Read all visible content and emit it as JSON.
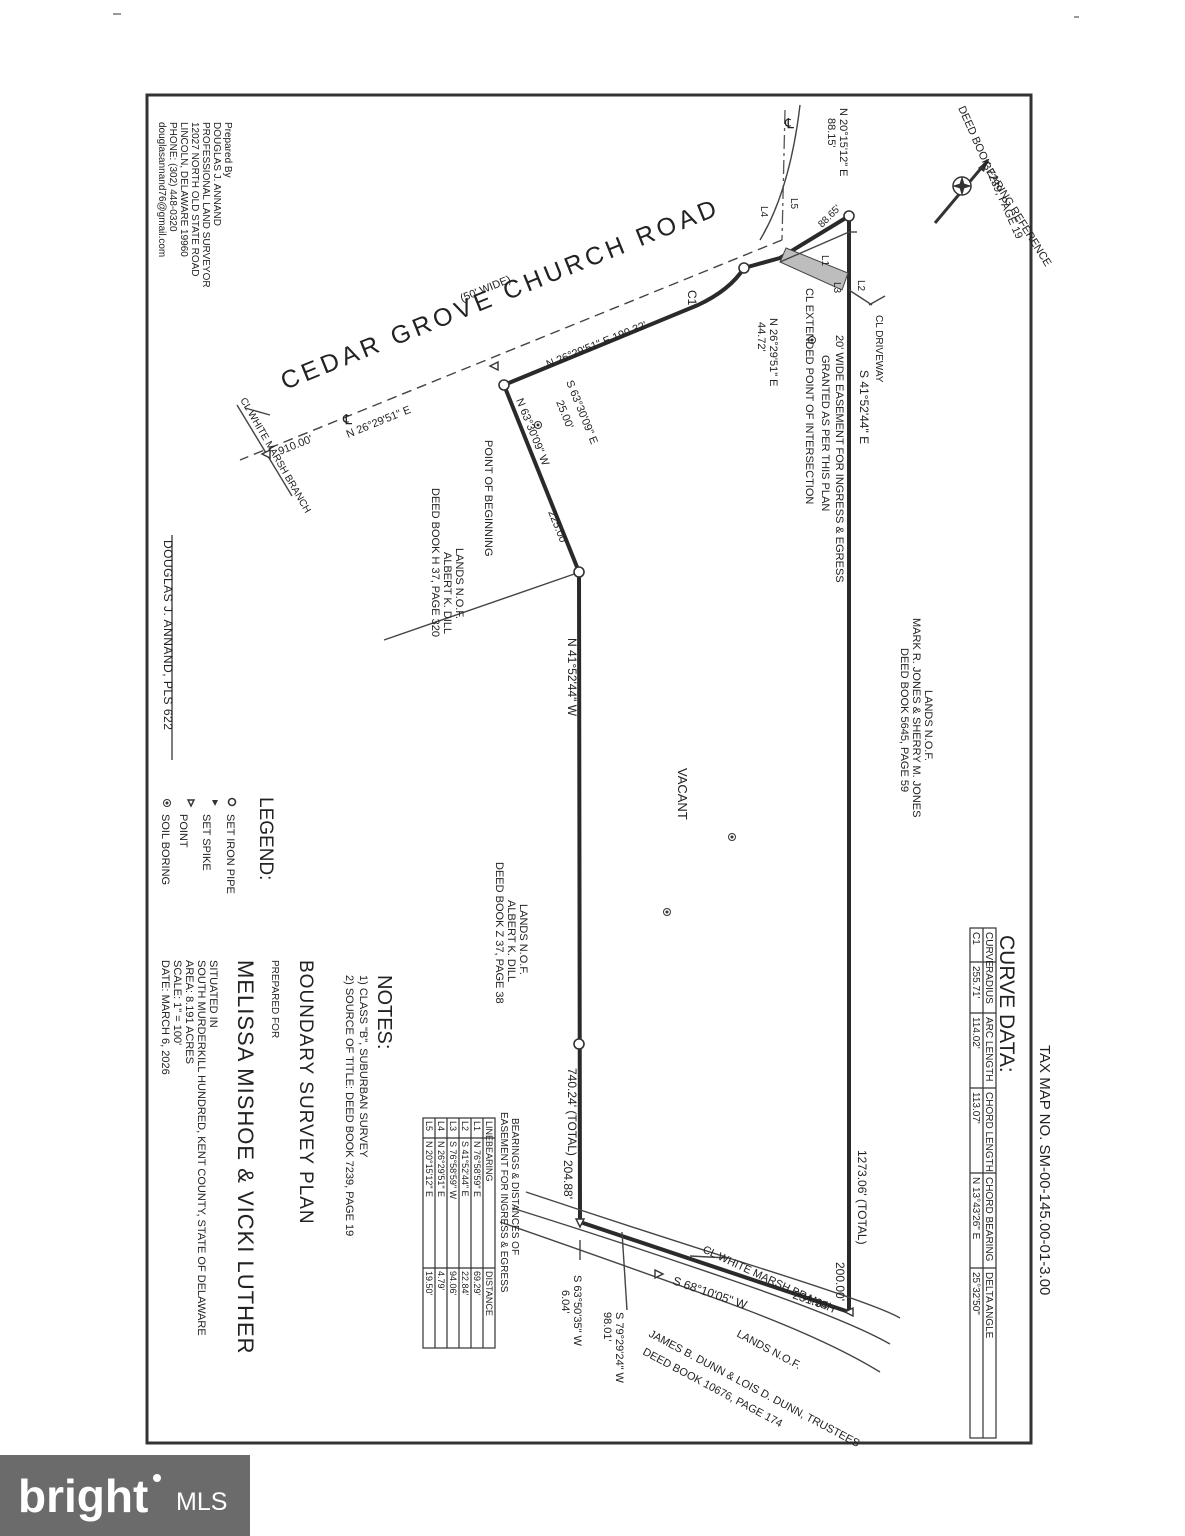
{
  "tax_map": "TAX MAP NO. SM-00-145.00-01-3.00",
  "bearing_reference": "BEARING REFERENCE",
  "deed_ref_top": "DEED BOOK 7239, PAGE 19",
  "road": {
    "name": "CEDAR GROVE CHURCH ROAD",
    "width": "(50' WIDE)"
  },
  "curve_data": {
    "title": "CURVE DATA:",
    "headers": [
      "CURVE",
      "RADIUS",
      "ARC LENGTH",
      "CHORD LENGTH",
      "CHORD BEARING",
      "DELTA ANGLE"
    ],
    "rows": [
      [
        "C1",
        "255.71'",
        "114.02'",
        "113.07'",
        "N 13°43'26\" E",
        "25°32'50\""
      ]
    ]
  },
  "easement_table": {
    "title_1": "BEARINGS & DISTANCES OF",
    "title_2": "EASEMENT FOR INGRESS & EGRESS",
    "headers": [
      "LINE",
      "BEARING",
      "DISTANCE"
    ],
    "rows": [
      [
        "L1",
        "N 76°58'59\" E",
        "69.29'"
      ],
      [
        "L2",
        "S 41°52'44\" E",
        "22.84'"
      ],
      [
        "L3",
        "S 76°58'59\" W",
        "94.06'"
      ],
      [
        "L4",
        "N 26°29'51\" E",
        "4.79'"
      ],
      [
        "L5",
        "N 20°15'12\" E",
        "19.50'"
      ]
    ]
  },
  "notes": {
    "title": "NOTES:",
    "items": [
      "1) CLASS \"B\", SUBURBAN SURVEY",
      "2) SOURCE OF TITLE: DEED BOOK 7239, PAGE 19"
    ]
  },
  "title_block": {
    "title": "BOUNDARY SURVEY PLAN",
    "prepared_for_label": "PREPARED FOR",
    "client": "MELISSA MISHOE & VICKI LUTHER",
    "situated_label": "SITUATED IN",
    "location": "SOUTH MURDERKILL HUNDRED, KENT COUNTY, STATE OF DELAWARE",
    "area": "AREA: 8.191 ACRES",
    "scale": "SCALE: 1\" = 100'",
    "date": "DATE: MARCH 6, 2026"
  },
  "legend": {
    "title": "LEGEND:",
    "items": [
      {
        "icon": "circle-icon",
        "label": "SET IRON PIPE"
      },
      {
        "icon": "filled-triangle-icon",
        "label": "SET SPIKE"
      },
      {
        "icon": "triangle-icon",
        "label": "POINT"
      },
      {
        "icon": "soil-boring-icon",
        "label": "SOIL BORING"
      }
    ]
  },
  "preparer": {
    "lines": [
      "Prepared By",
      "DOUGLAS J. ANNAND",
      "PROFESSIONAL LAND SURVEYOR",
      "12027 NORTH OLD STATE ROAD",
      "LINCOLN, DELAWARE 19960",
      "PHONE: (302) 448-0320",
      "douglasannand76@gmail.com"
    ],
    "signature": "DOUGLAS J. ANNAND, PLS 622"
  },
  "adjoiners": {
    "jones": [
      "LANDS N.O.F.",
      "MARK R. JONES & SHERRY M. JONES",
      "DEED BOOK 5645, PAGE 59"
    ],
    "dill_h37": [
      "LANDS N.O.F.",
      "ALBERT K. DILL",
      "DEED BOOK H 37, PAGE 320"
    ],
    "dill_z37": [
      "LANDS N.O.F.",
      "ALBERT K. DILL",
      "DEED BOOK Z 37, PAGE 38"
    ],
    "dunn": [
      "LANDS N.O.F.",
      "JAMES B. DUNN & LOIS D. DUNN, TRUSTEES",
      "DEED BOOK 10676, PAGE 174"
    ]
  },
  "labels": {
    "vacant": "VACANT",
    "cl_driveway": "CL DRIVEWAY",
    "cl_white_marsh_branch": "CL WHITE MARSH BRANCH",
    "point_of_beginning": "POINT OF BEGINNING",
    "cl_extended": "CL EXTENDED POINT OF INTERSECTION",
    "easement_1": "20' WIDE EASEMENT FOR INGRESS & EGRESS",
    "easement_2": "GRANTED AS PER THIS PLAN",
    "c1": "C1",
    "l1": "L1",
    "l2": "L2",
    "l3": "L3",
    "l4": "L4",
    "l5": "L5",
    "cl_symbol": "℄"
  },
  "dimensions": {
    "east_line_bearing": "S 41°52'44\" E",
    "east_total": "1273.06' (TOTAL)",
    "east_seg": "200.00'",
    "west_line_bearing": "N 41°52'44\" W",
    "west_total": "740.24' (TOTAL)",
    "west_seg": "204.88'",
    "south_bearing": "S 68°10'05\" W",
    "south_dist": "231.34'",
    "s79": "S 79°29'24\" W",
    "s79_dist": "98.01'",
    "s63_50": "S 63°50'35\" W",
    "s63_50_dist": "6.04'",
    "n63_30": "N 63°30'09\" W",
    "dist_225": "225.00'",
    "s63_30": "S 63°30'09\" E",
    "dist_25": "25.00'",
    "road_bearing_1": "N 26°29'51\" E 190.32'",
    "road_bearing_2": "N 26°29'51\" E",
    "dist_910": "910.00'",
    "n26_4472": "N 26°29'51\" E",
    "dist_4472": "44.72'",
    "n20_15": "N 20°15'12\" E",
    "dist_8815": "88.15'",
    "dist_8865": "88.65'"
  },
  "watermark": {
    "brand": "bright",
    "suffix": "MLS"
  }
}
